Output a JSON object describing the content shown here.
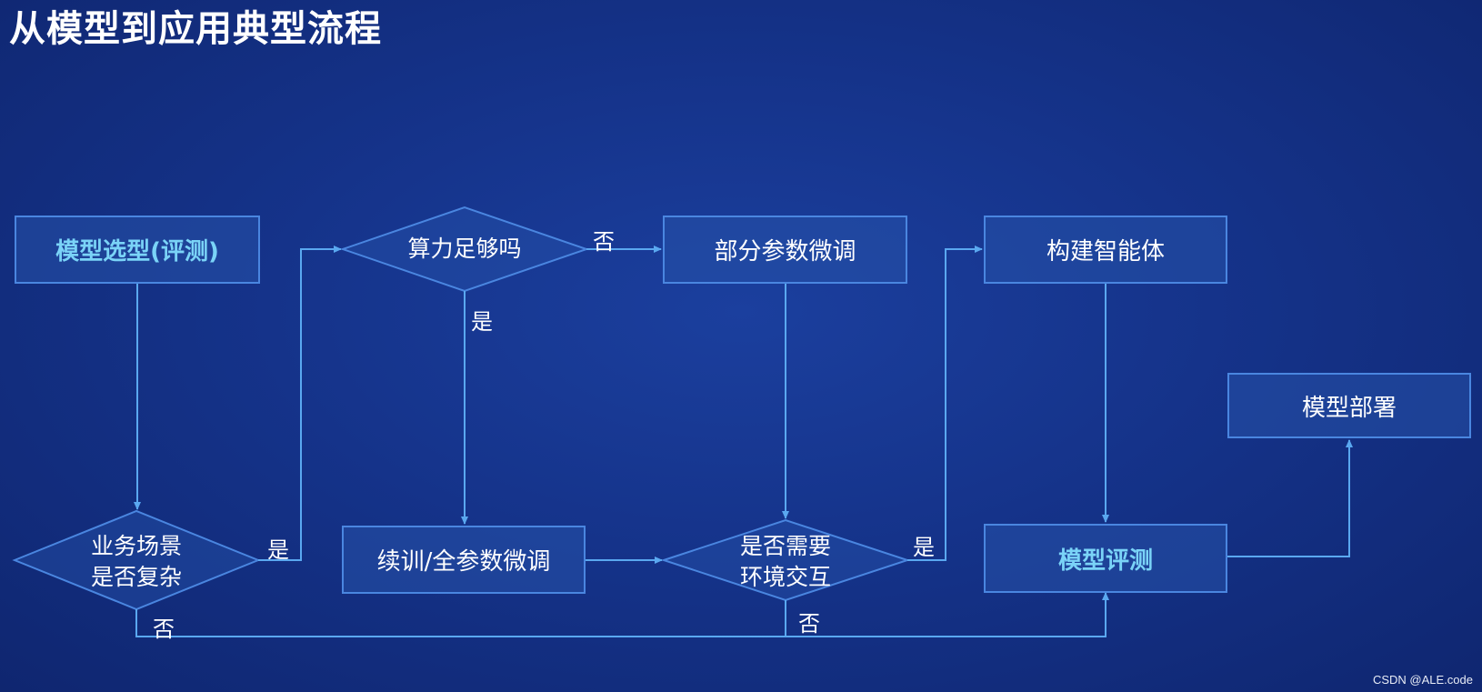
{
  "title": "从模型到应用典型流程",
  "nodes": {
    "model_selection": "模型选型(评测)",
    "compute_enough": "算力足够吗",
    "partial_finetune": "部分参数微调",
    "build_agent": "构建智能体",
    "model_deploy": "模型部署",
    "scenario_complex_line1": "业务场景",
    "scenario_complex_line2": "是否复杂",
    "continue_train": "续训/全参数微调",
    "env_interact_line1": "是否需要",
    "env_interact_line2": "环境交互",
    "model_eval": "模型评测"
  },
  "edge_labels": {
    "compute_no": "否",
    "compute_yes": "是",
    "scenario_yes": "是",
    "scenario_no": "否",
    "env_yes": "是",
    "env_no": "否"
  },
  "watermark": "CSDN @ALE.code",
  "colors": {
    "background": "#15338a",
    "box_border": "#4a86e0",
    "connector": "#5aa8f0",
    "highlight_text": "#7ad3f7"
  }
}
